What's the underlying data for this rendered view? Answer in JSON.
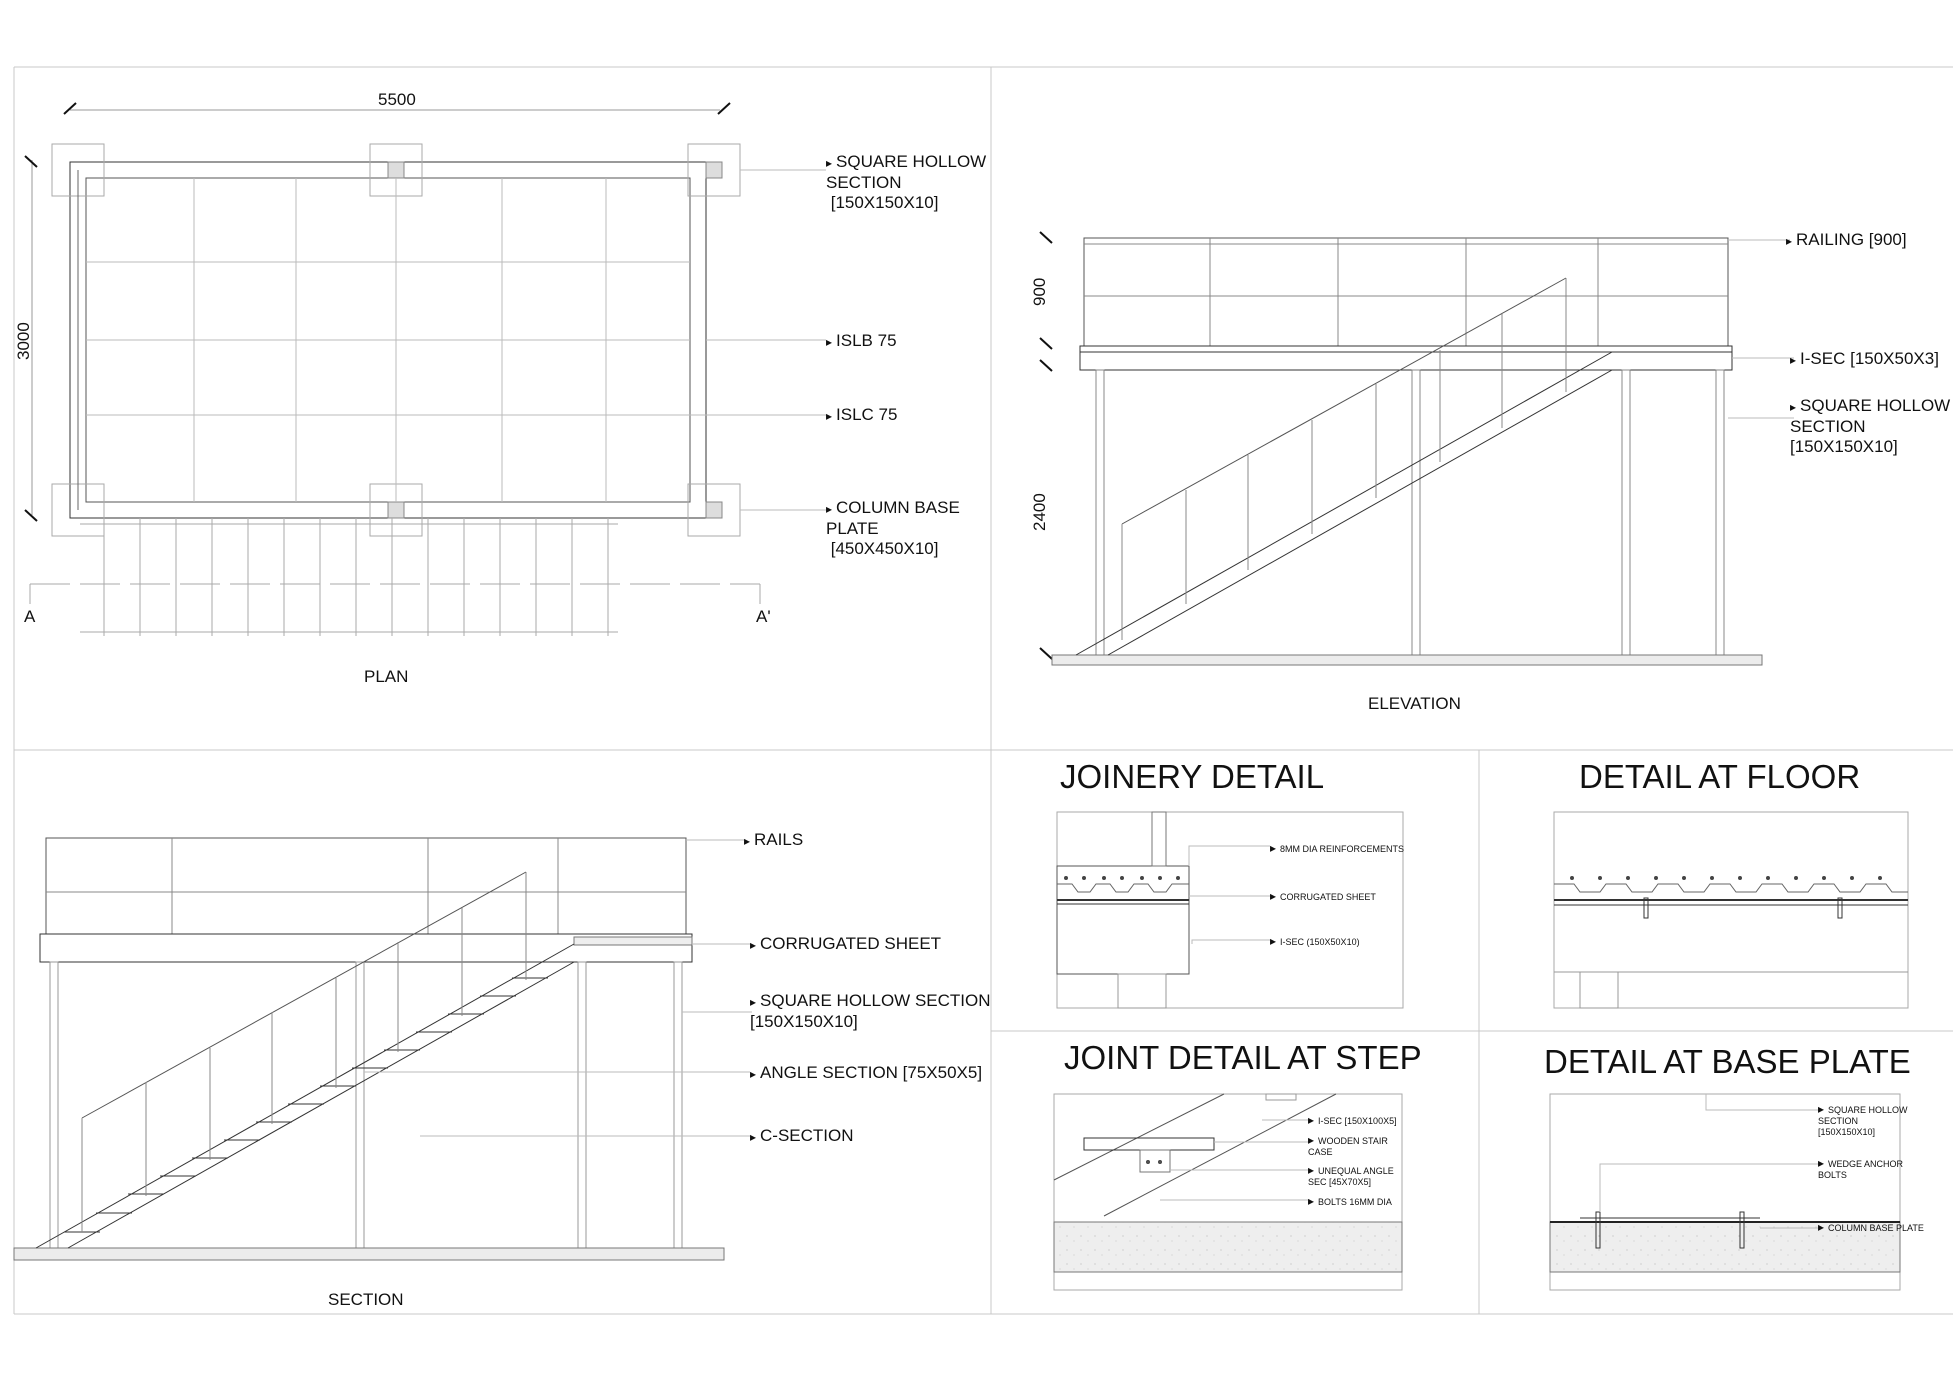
{
  "plan": {
    "dim_width": "5500",
    "dim_height": "3000",
    "caption": "PLAN",
    "section_marker_left": "A",
    "section_marker_right": "A'",
    "callouts": [
      "SQUARE HOLLOW\nSECTION\n [150X150X10]",
      "ISLB 75",
      "ISLC 75",
      "COLUMN BASE\nPLATE\n [450X450X10]"
    ]
  },
  "elevation": {
    "caption": "ELEVATION",
    "dim_railing": "900",
    "dim_height": "2400",
    "callouts": [
      "RAILING [900]",
      "I-SEC [150X50X3]",
      "SQUARE HOLLOW\nSECTION\n[150X150X10]"
    ]
  },
  "section": {
    "caption": "SECTION",
    "callouts": [
      "RAILS",
      "CORRUGATED SHEET",
      "SQUARE HOLLOW SECTION\n[150X150X10]",
      "ANGLE SECTION [75X50X5]",
      "C-SECTION"
    ]
  },
  "joinery": {
    "title": "JOINERY DETAIL",
    "callouts": [
      "8MM DIA REINFORCEMENTS",
      "CORRUGATED SHEET",
      "I-SEC (150X50X10)"
    ]
  },
  "floor": {
    "title": "DETAIL AT FLOOR"
  },
  "step": {
    "title": "JOINT DETAIL AT STEP",
    "callouts": [
      "I-SEC [150X100X5]",
      "WOODEN STAIR\nCASE",
      "UNEQUAL ANGLE\nSEC [45X70X5]",
      "BOLTS 16MM DIA"
    ]
  },
  "baseplate": {
    "title": "DETAIL AT BASE PLATE",
    "callouts": [
      "SQUARE HOLLOW\nSECTION\n[150X150X10]",
      "WEDGE ANCHOR\nBOLTS",
      "COLUMN BASE PLATE"
    ]
  }
}
